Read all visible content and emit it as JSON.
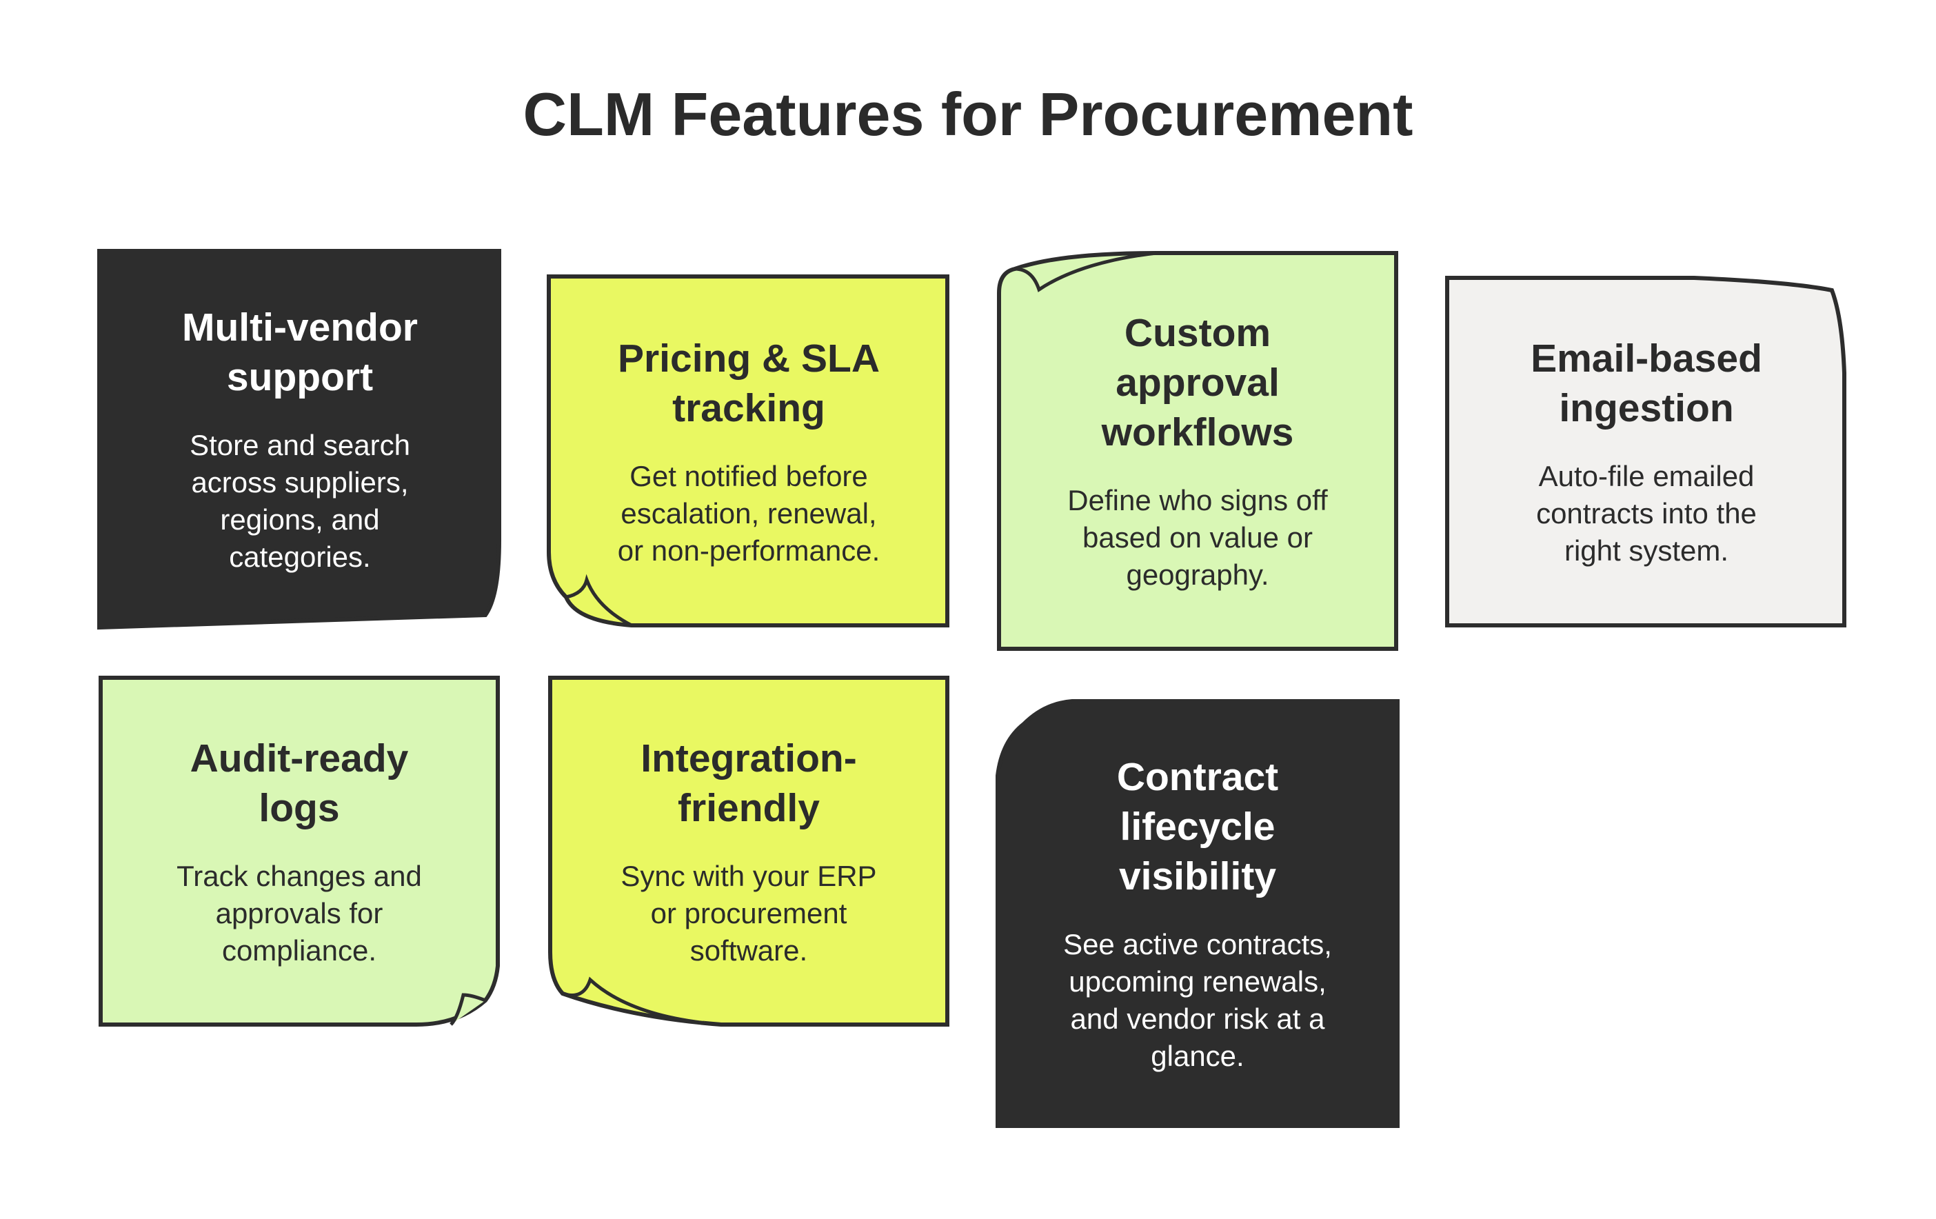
{
  "title": "CLM Features for Procurement",
  "colors": {
    "dark": "#2d2d2d",
    "yellow": "#e9f862",
    "green": "#d9f7b5",
    "gray": "#f2f1ef",
    "stroke": "#2d2d2d"
  },
  "cards": [
    {
      "title": "Multi-vendor\nsupport",
      "body": "Store and search\nacross suppliers,\nregions, and\ncategories."
    },
    {
      "title": "Pricing & SLA\ntracking",
      "body": "Get notified before\nescalation, renewal,\nor non-performance."
    },
    {
      "title": "Custom\napproval\nworkflows",
      "body": "Define who signs off\nbased on value or\ngeography."
    },
    {
      "title": "Email-based\ningestion",
      "body": "Auto-file emailed\ncontracts into the\nright system."
    },
    {
      "title": "Audit-ready\nlogs",
      "body": "Track changes and\napprovals for\ncompliance."
    },
    {
      "title": "Integration-\nfriendly",
      "body": "Sync with your ERP\nor procurement\nsoftware."
    },
    {
      "title": "Contract\nlifecycle\nvisibility",
      "body": "See active contracts,\nupcoming renewals,\nand vendor risk at a\nglance."
    }
  ]
}
